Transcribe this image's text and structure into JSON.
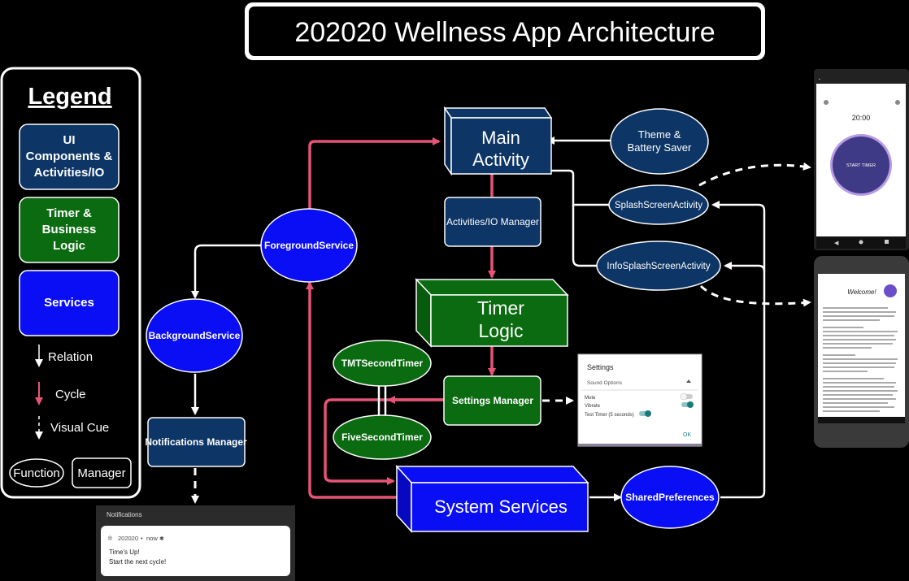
{
  "title": "202020 Wellness App Architecture",
  "legend": {
    "heading": "Legend",
    "ui": [
      "UI",
      "Components &",
      "Activities/IO"
    ],
    "timer": [
      "Timer &",
      "Business",
      "Logic"
    ],
    "services": "Services",
    "relation": "Relation",
    "cycle": "Cycle",
    "visual_cue": "Visual Cue",
    "function": "Function",
    "manager": "Manager"
  },
  "nodes": {
    "main_activity": [
      "Main",
      "Activity"
    ],
    "theme_battery": [
      "Theme &",
      "Battery Saver"
    ],
    "splash": "SplashScreenActivity",
    "info_splash": "InfoSplashScreenActivity",
    "activities_io": "Activities/IO Manager",
    "timer_logic": [
      "Timer",
      "Logic"
    ],
    "foreground": "ForegroundService",
    "background": "BackgroundService",
    "notifications_manager": "Notifications Manager",
    "tmt": "TMTSecondTimer",
    "five": "FiveSecondTimer",
    "settings_manager": "Settings Manager",
    "system_services": "System Services",
    "shared_prefs": "SharedPreferences"
  },
  "settings_panel": {
    "title": "Settings",
    "section": "Sound Options",
    "mute": "Mute",
    "vibrate": "Vibrate",
    "test_timer": "Test Timer (5 seconds)",
    "ok": "OK"
  },
  "notification": {
    "header": "Notifications",
    "app": "202020",
    "time": "now",
    "line1": "Time's Up!",
    "line2": "Start the next cycle!"
  },
  "phone1": {
    "time": "20:00",
    "button": "START TIMER"
  },
  "phone2": {
    "welcome": "Welcome!"
  },
  "colors": {
    "ui": "#0d3566",
    "timer": "#0b6b10",
    "service": "#0a0ef5",
    "cycle": "#e65475"
  }
}
